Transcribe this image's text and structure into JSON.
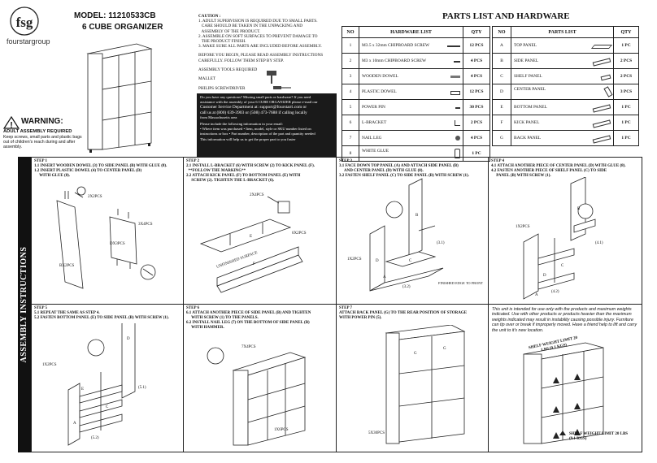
{
  "brand": {
    "logo_letters": "fsg",
    "name": "fourstargroup"
  },
  "model": "MODEL: 11210533CB",
  "product": "6 CUBE ORGANIZER",
  "warning": {
    "title": "WARNING:",
    "subtitle": "ADULT ASSEMBLY REQUIRED",
    "text": "Keep screws, small parts and plastic bags out of children's reach during and after assembly."
  },
  "caution": {
    "title": "CAUTION :",
    "lines": [
      "1. ADULT SUPERVISION IS REQUIRED DUE TO SMALL PARTS.",
      "   CARE SHOULD BE TAKEN IN THE UNPACKING AND",
      "   ASSEMBLY OF THE PRODUCT.",
      "2. ASSEMBLE ON SOFT SURFACES TO PREVENT DAMAGE TO",
      "   THE PRODUCT FINISH.",
      "3. MAKE SURE ALL PARTS ARE INCLUDED BEFORE ASSEMBLY."
    ],
    "before": "BEFORE YOU BEGIN, PLEASE READ ASSEMBLY INSTRUCTIONS CAREFULLY. FOLLOW THEM STEP BY STEP.",
    "tools_title": "ASSEMBLY TOOLS REQUIRED",
    "tool1": "MALLET",
    "tool2": "PHILIPS SCREWDRIVER"
  },
  "contact": {
    "lines": [
      "Do you have any questions? Missing small parts or hardware? If you need",
      "assistance with the assembly of your 6 CUBE ORGANIZER please e-mail our",
      "Customer Service Department at: support@fourstarri.com or",
      "call us at (800) 639-3903 or (508) 473-7688 if calling locally",
      "from Massachusetts area",
      "Please include the following information in your email:",
      "• Where item was purchased • Item, model, style or SKU number listed on",
      "instructions or box • Part number, description of the part and quantity needed",
      "This information will help us to get the proper part to you faster"
    ]
  },
  "parts_title": "PARTS LIST AND HARDWARE",
  "hardware": {
    "headers": [
      "NO",
      "HARDWARE LIST",
      "QTY"
    ],
    "rows": [
      {
        "no": "1",
        "name": "M3.5 x 32mm CHIPBOARD SCREW",
        "qty": "12 PCS",
        "icon": "long-screw-icon"
      },
      {
        "no": "2",
        "name": "M3 x 10mm CHIPBOARD SCREW",
        "qty": "4 PCS",
        "icon": "short-screw-icon"
      },
      {
        "no": "3",
        "name": "WOODEN DOWEL",
        "qty": "4 PCS",
        "icon": "wooden-dowel-icon"
      },
      {
        "no": "4",
        "name": "PLASTIC DOWEL",
        "qty": "12 PCS",
        "icon": "plastic-dowel-icon"
      },
      {
        "no": "5",
        "name": "POWER PIN",
        "qty": "30 PCS",
        "icon": "power-pin-icon"
      },
      {
        "no": "6",
        "name": "L-BRACKET",
        "qty": "2 PCS",
        "icon": "l-bracket-icon"
      },
      {
        "no": "7",
        "name": "NAIL LEG",
        "qty": "4 PCS",
        "icon": "nail-leg-icon"
      },
      {
        "no": "8",
        "name": "WHITE GLUE",
        "qty": "1 PC",
        "icon": "glue-bottle-icon"
      }
    ]
  },
  "parts": {
    "headers": [
      "NO",
      "PARTS LIST",
      "QTY"
    ],
    "rows": [
      {
        "no": "A",
        "name": "TOP PANEL",
        "qty": "1 PC",
        "tag": ""
      },
      {
        "no": "B",
        "name": "SIDE PANEL",
        "qty": "2 PCS",
        "tag": "B"
      },
      {
        "no": "C",
        "name": "SHELF PANEL",
        "qty": "2 PCS",
        "tag": "C"
      },
      {
        "no": "D",
        "name": "CENTER PANEL",
        "qty": "3 PCS",
        "tag": "D"
      },
      {
        "no": "E",
        "name": "BOTTOM PANEL",
        "qty": "1 PC",
        "tag": "E"
      },
      {
        "no": "F",
        "name": "KICK PANEL",
        "qty": "1 PC",
        "tag": "F"
      },
      {
        "no": "G",
        "name": "BACK PANEL",
        "qty": "1 PC",
        "tag": "G"
      }
    ]
  },
  "sidebar": "ASSEMBLY INSTRUCTIONS",
  "steps": [
    {
      "title": "STEP 1",
      "lines": [
        "1.1 INSERT WOODEN DOWEL (3) TO SIDE PANEL (B) WITH GLUE (8).",
        "1.2 INSERT PLASTIC DOWEL (4) TO CENTER PANEL (D)",
        "     WITH GLUE (8)."
      ],
      "callouts": [
        "2X2PCS",
        "3X4PCS",
        "DX3PCS",
        "BX2PCS"
      ]
    },
    {
      "title": "STEP 2",
      "lines": [
        "2.1 INSTALL L-BRACKET (6) WITH SCREW (2) TO KICK PANEL (F).",
        "  **FOLLOW THE MARKING**",
        "2.2 ATTACH KICK PANEL (F) TO BOTTOM PANEL (E) WITH",
        "     SCREW (2). TIGHTEN THE L-BRACKET (6)."
      ],
      "callouts": [
        "2X4PCS",
        "6X2PCS",
        "UNFINISHED SURFACE"
      ]
    },
    {
      "title": "STEP 3",
      "lines": [
        "3.1 FACE DOWN TOP PANEL (A) AND ATTACH SIDE PANEL (B)",
        "     AND CENTER PANEL (D) WITH GLUE (8).",
        "3.2 FASTEN SHELF PANEL (C) TO SIDE PANEL (B) WITH SCREW (1)."
      ],
      "callouts": [
        "1X2PCS",
        "(3.1)",
        "(3.2)",
        "FINISHED EDGE TO FRONT"
      ]
    },
    {
      "title": "STEP 4",
      "lines": [
        "4.1 ATTACH ANOTHER PIECE OF CENTER PANEL (D) WITH GLUE (8).",
        "4.2 FASTEN ANOTHER PIECE OF SHELF PANEL (C) TO SIDE",
        "     PANEL (B) WITH SCREW (1)."
      ],
      "callouts": [
        "1X2PCS",
        "(4.1)",
        "(4.2)"
      ]
    },
    {
      "title": "STEP 5",
      "lines": [
        "5.1 REPEAT THE SAME AS STEP 4.",
        "5.2 FASTEN BOTTOM PANEL (E) TO SIDE PANEL (B) WITH SCREW (1)."
      ],
      "callouts": [
        "1X2PCS",
        "(5.1)",
        "(5.2)"
      ]
    },
    {
      "title": "STEP 6",
      "lines": [
        "6.1 ATTACH ANOTHER PIECE OF SIDE PANEL (B) AND TIGHTEN",
        "     WITH SCREW (1) TO THE PANELS.",
        "6.2 INSTALL NAIL LEG (7) ON THE BOTTOM OF SIDE PANEL (B)",
        "     WITH HAMMER."
      ],
      "callouts": [
        "7X4PCS",
        "1X6PCS"
      ]
    },
    {
      "title": "STEP 7",
      "lines": [
        "ATTACH BACK PANEL (G) TO THE REAR POSITION OF STORAGE",
        "WITH POWER PIN (5)."
      ],
      "callouts": [
        "5X30PCS"
      ]
    }
  ],
  "notice": "This unit is intended for use only with the products and maximum weights indicated. Use with other products or products heavier than the maximum weights indicated may result in instability causing possible injury. Furniture can tip over or break if improperly moved. Have a friend help to lift and carry the unit to it's new location.",
  "shelf_limit_top": "SHELF WEIGHT LIMIT 20 LBS (9.1 KGS)",
  "shelf_limit_bottom": "SHELF WEIGHT LIMIT 20 LBS (9.1 KGS)"
}
